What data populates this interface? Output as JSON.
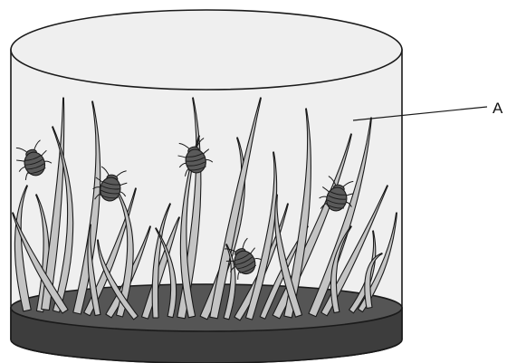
{
  "diagram": {
    "callouts": [
      {
        "id": "A",
        "text": "A"
      }
    ],
    "colors": {
      "outline": "#1a1a1a",
      "container_fill": "#efefef",
      "base_top": "#555555",
      "base_side": "#3d3d3d",
      "plant_fill": "#c4c4c4",
      "insect_fill": "#5a5a5a"
    },
    "icons": [
      "plant-blade",
      "aquatic-insect"
    ]
  }
}
